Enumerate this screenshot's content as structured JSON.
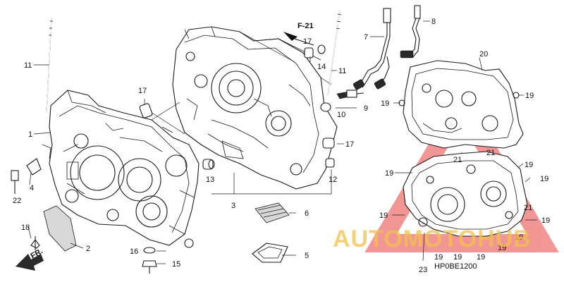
{
  "diagram": {
    "front_marker": "F-21",
    "forward_arrow": "FR.",
    "code": "HP0BE1200",
    "labels": {
      "l1": "1",
      "l2": "2",
      "l3": "3",
      "l4": "4",
      "l5": "5",
      "l6": "6",
      "l7": "7",
      "l8": "8",
      "l9": "9",
      "l10": "10",
      "l11a": "11",
      "l11b": "11",
      "l12": "12",
      "l13": "13",
      "l14": "14",
      "l15": "15",
      "l16": "16",
      "l17a": "17",
      "l17b": "17",
      "l18": "18",
      "l20": "20",
      "l21a": "21",
      "l21b": "21",
      "l21c": "21",
      "l22": "22",
      "l23": "23",
      "l19a": "19",
      "l19b": "19",
      "l19c": "19",
      "l19d": "19",
      "l19e": "19",
      "l19f": "19",
      "l19g": "19",
      "l19h": "19",
      "l19i": "19",
      "l19j": "19",
      "l19k": "19",
      "l19l": "19"
    }
  },
  "watermark": {
    "text": "AUTOMOTOHUB",
    "color": "#e8423f",
    "text_color": "#f2c14e"
  }
}
